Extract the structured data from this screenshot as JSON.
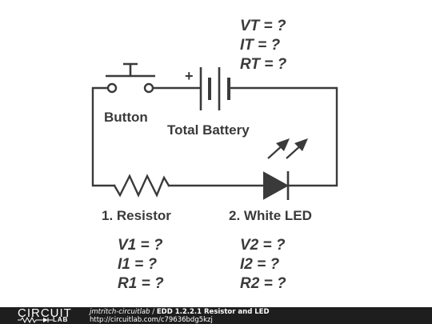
{
  "circuit": {
    "total_labels": [
      "VT = ?",
      "IT = ?",
      "RT = ?"
    ],
    "battery_plus": "+",
    "button_label": "Button",
    "battery_label": "Total Battery",
    "resistor_label": "1. Resistor",
    "led_label": "2. White LED",
    "resistor_values": [
      "V1 = ?",
      "I1 = ?",
      "R1 = ?"
    ],
    "led_values": [
      "V2 = ?",
      "I2 = ?",
      "R2 = ?"
    ]
  },
  "footer": {
    "logo_top": "CIRCUIT",
    "logo_bottom": "LAB",
    "user": "jmtritch-circuitlab",
    "separator": " / ",
    "title": "EDD 1.2.2.1 Resistor and LED",
    "url": "http://circuitlab.com/c79636bdg5kzj"
  }
}
